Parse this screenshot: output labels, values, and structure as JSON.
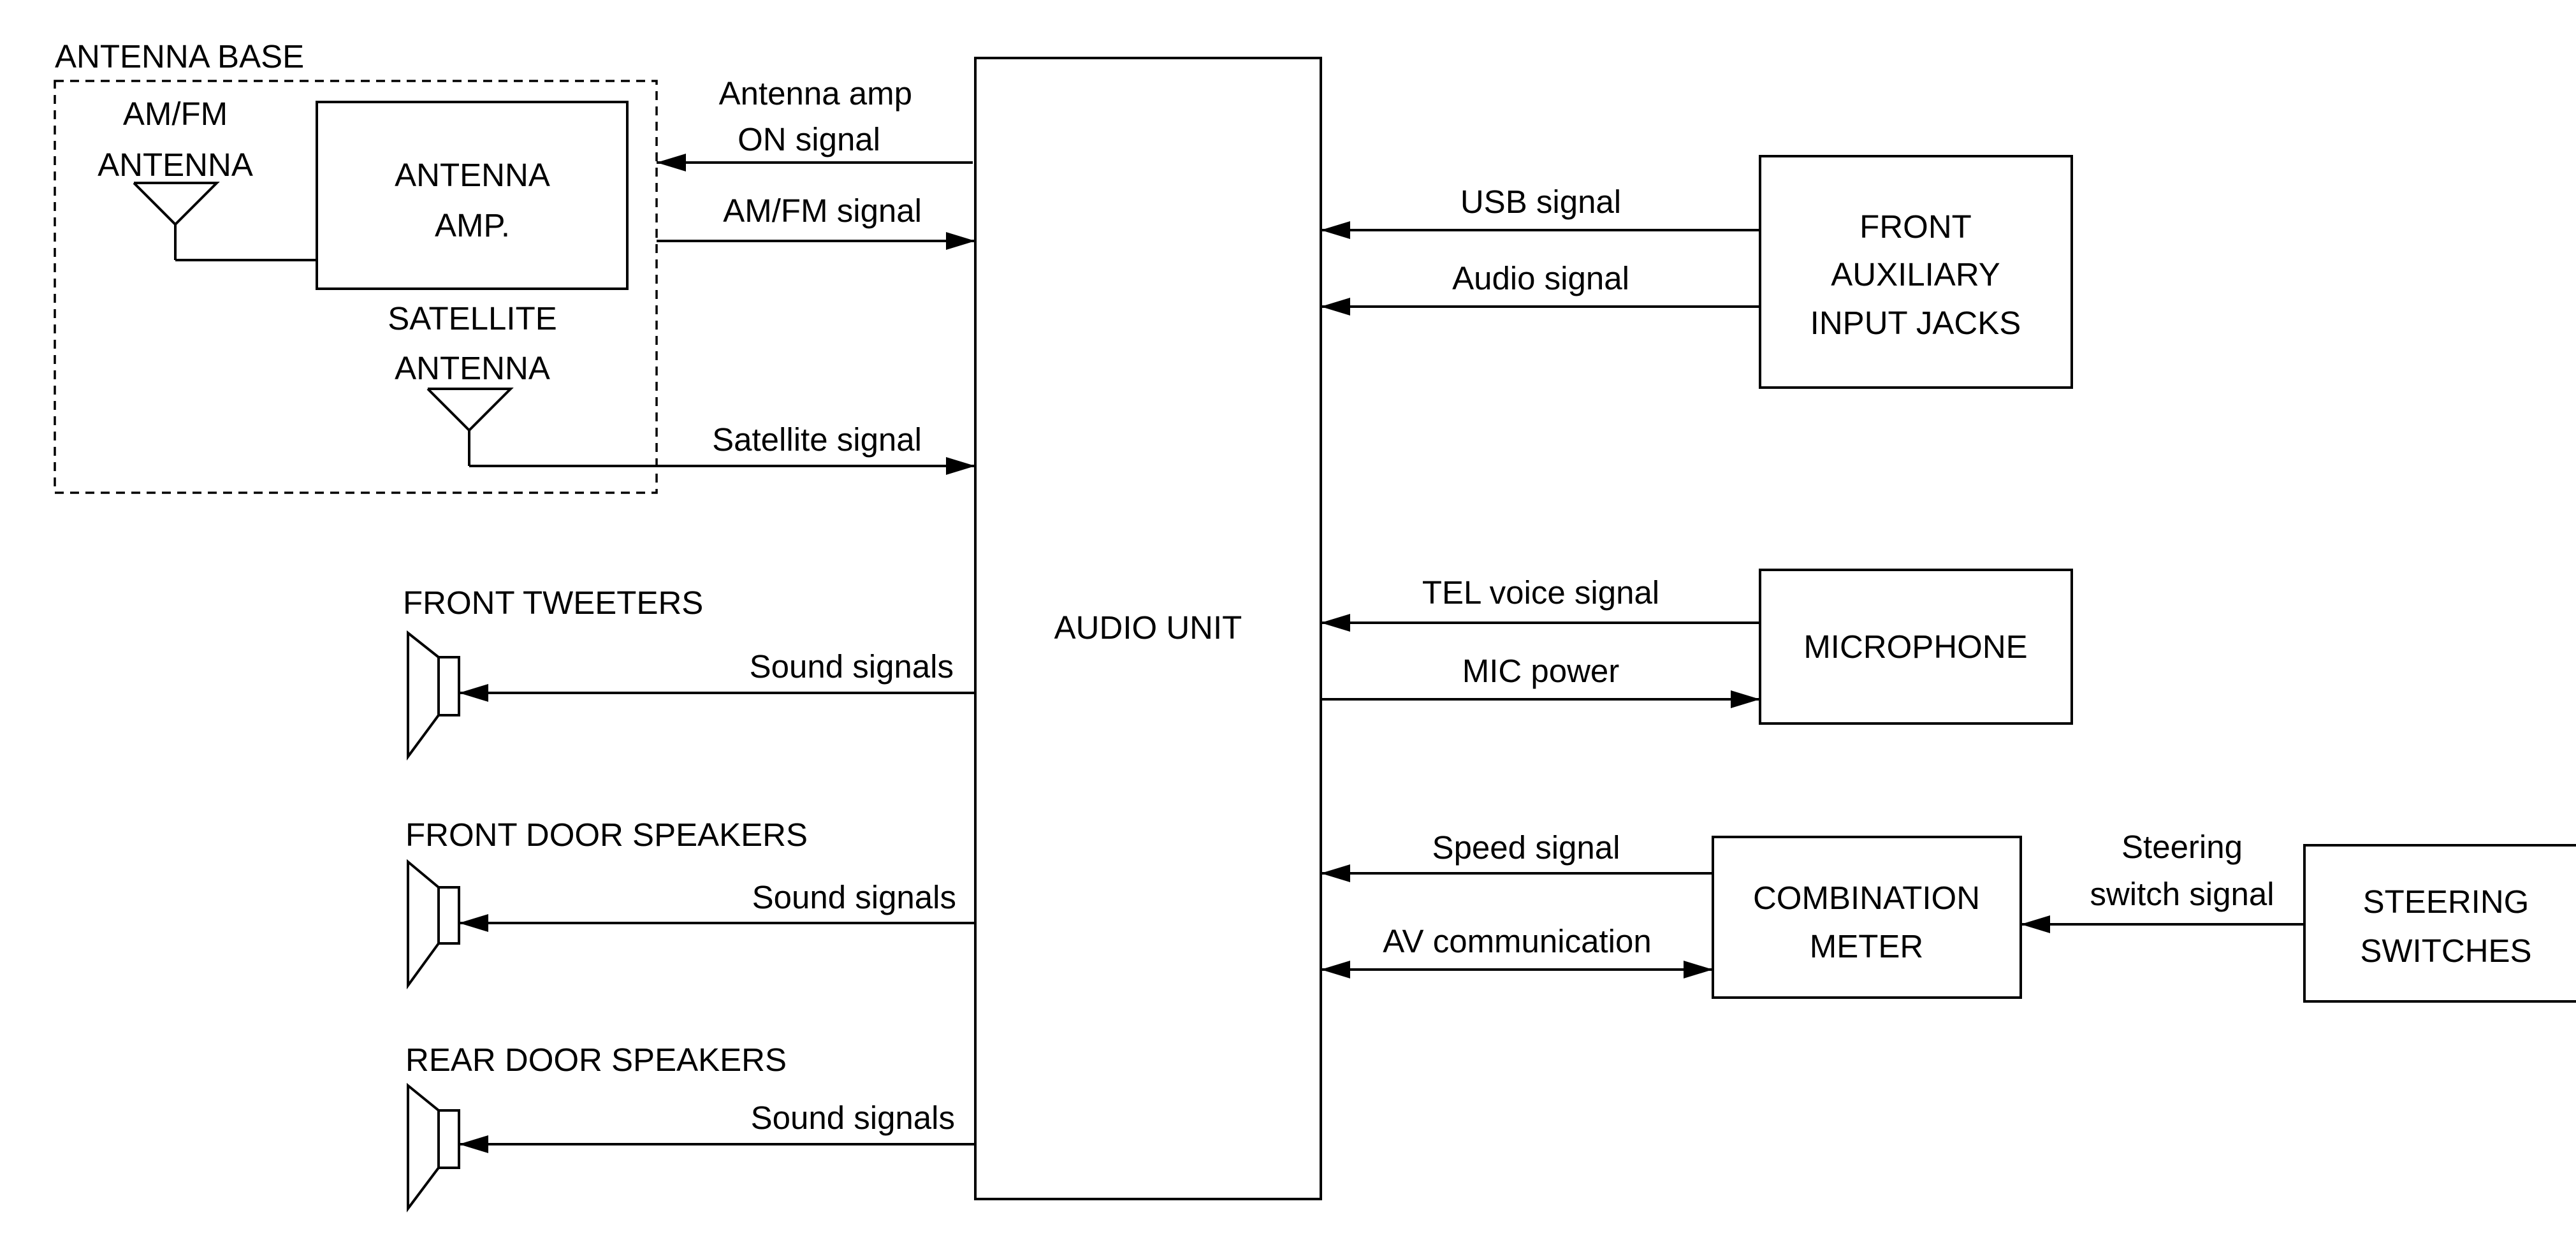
{
  "antenna_base": {
    "title": "ANTENNA BASE",
    "am_fm_antenna": [
      "AM/FM",
      "ANTENNA"
    ],
    "antenna_amp": [
      "ANTENNA",
      "AMP."
    ],
    "satellite_antenna": [
      "SATELLITE",
      "ANTENNA"
    ]
  },
  "audio_unit": {
    "label": "AUDIO UNIT"
  },
  "front_aux": {
    "lines": [
      "FRONT",
      "AUXILIARY",
      "INPUT JACKS"
    ]
  },
  "microphone": {
    "label": "MICROPHONE"
  },
  "combination_meter": {
    "lines": [
      "COMBINATION",
      "METER"
    ]
  },
  "steering_switches": {
    "lines": [
      "STEERING",
      "SWITCHES"
    ]
  },
  "speakers": {
    "front_tweeters": "FRONT TWEETERS",
    "front_door": "FRONT DOOR SPEAKERS",
    "rear_door": "REAR DOOR SPEAKERS"
  },
  "signals": {
    "antenna_amp_on": [
      "Antenna amp",
      "ON signal"
    ],
    "am_fm": "AM/FM signal",
    "satellite": "Satellite signal",
    "usb": "USB signal",
    "audio": "Audio signal",
    "tel_voice": "TEL voice signal",
    "mic_power": "MIC power",
    "speed": "Speed signal",
    "av_communication": "AV communication",
    "steering_switch": [
      "Steering",
      "switch signal"
    ],
    "sound_tweeters": "Sound signals",
    "sound_front_door": "Sound signals",
    "sound_rear_door": "Sound signals"
  }
}
